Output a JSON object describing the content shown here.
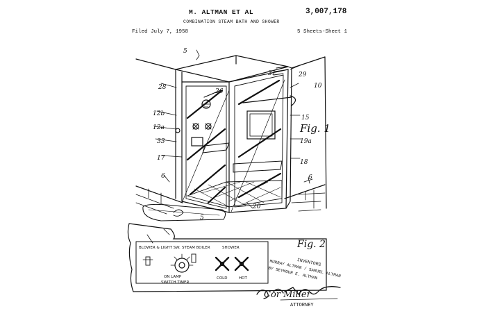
{
  "header": {
    "inventors": "M. ALTMAN ET AL",
    "patent_number": "3,007,178",
    "title": "COMBINATION STEAM BATH AND SHOWER",
    "filed": "Filed July 7, 1958",
    "sheets": "5 Sheets-Sheet 1"
  },
  "figures": {
    "fig1_label": "Fig. 1",
    "fig2_label": "Fig. 2"
  },
  "control_panel": {
    "lamp_label": "BLOWER & LIGHT SW.",
    "lamp_sub": "ON LAMP",
    "timer_label": "STEAM BOILER",
    "timer_sub": "SWITCH TIMER",
    "shower_label": "SHOWER",
    "cold": "COLD",
    "hot": "HOT"
  },
  "signature_block": {
    "inventors_heading": "INVENTORS",
    "names": "MURRAY ALTMAN / SAMUEL ALTMAN",
    "by_line": "BY SEYMOUR E. ALTMAN",
    "signature": "Cor Miller",
    "attorney": "ATTORNEY"
  }
}
